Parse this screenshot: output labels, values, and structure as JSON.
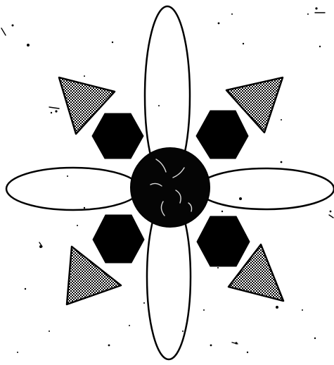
{
  "figure": {
    "subject": "symmetric-flower-pattern",
    "shapes": {
      "petals": 4,
      "hexagons": 4,
      "triangles": 4,
      "center_circle": 1
    },
    "colors": {
      "background": "#ffffff",
      "ink": "#000000",
      "petal_fill": "#ffffff",
      "triangle_fill": "#8a8a8a",
      "center_fill": "#050505"
    },
    "triangle_texture": "stippled-halftone",
    "surface": "speckled-scan-noise"
  }
}
